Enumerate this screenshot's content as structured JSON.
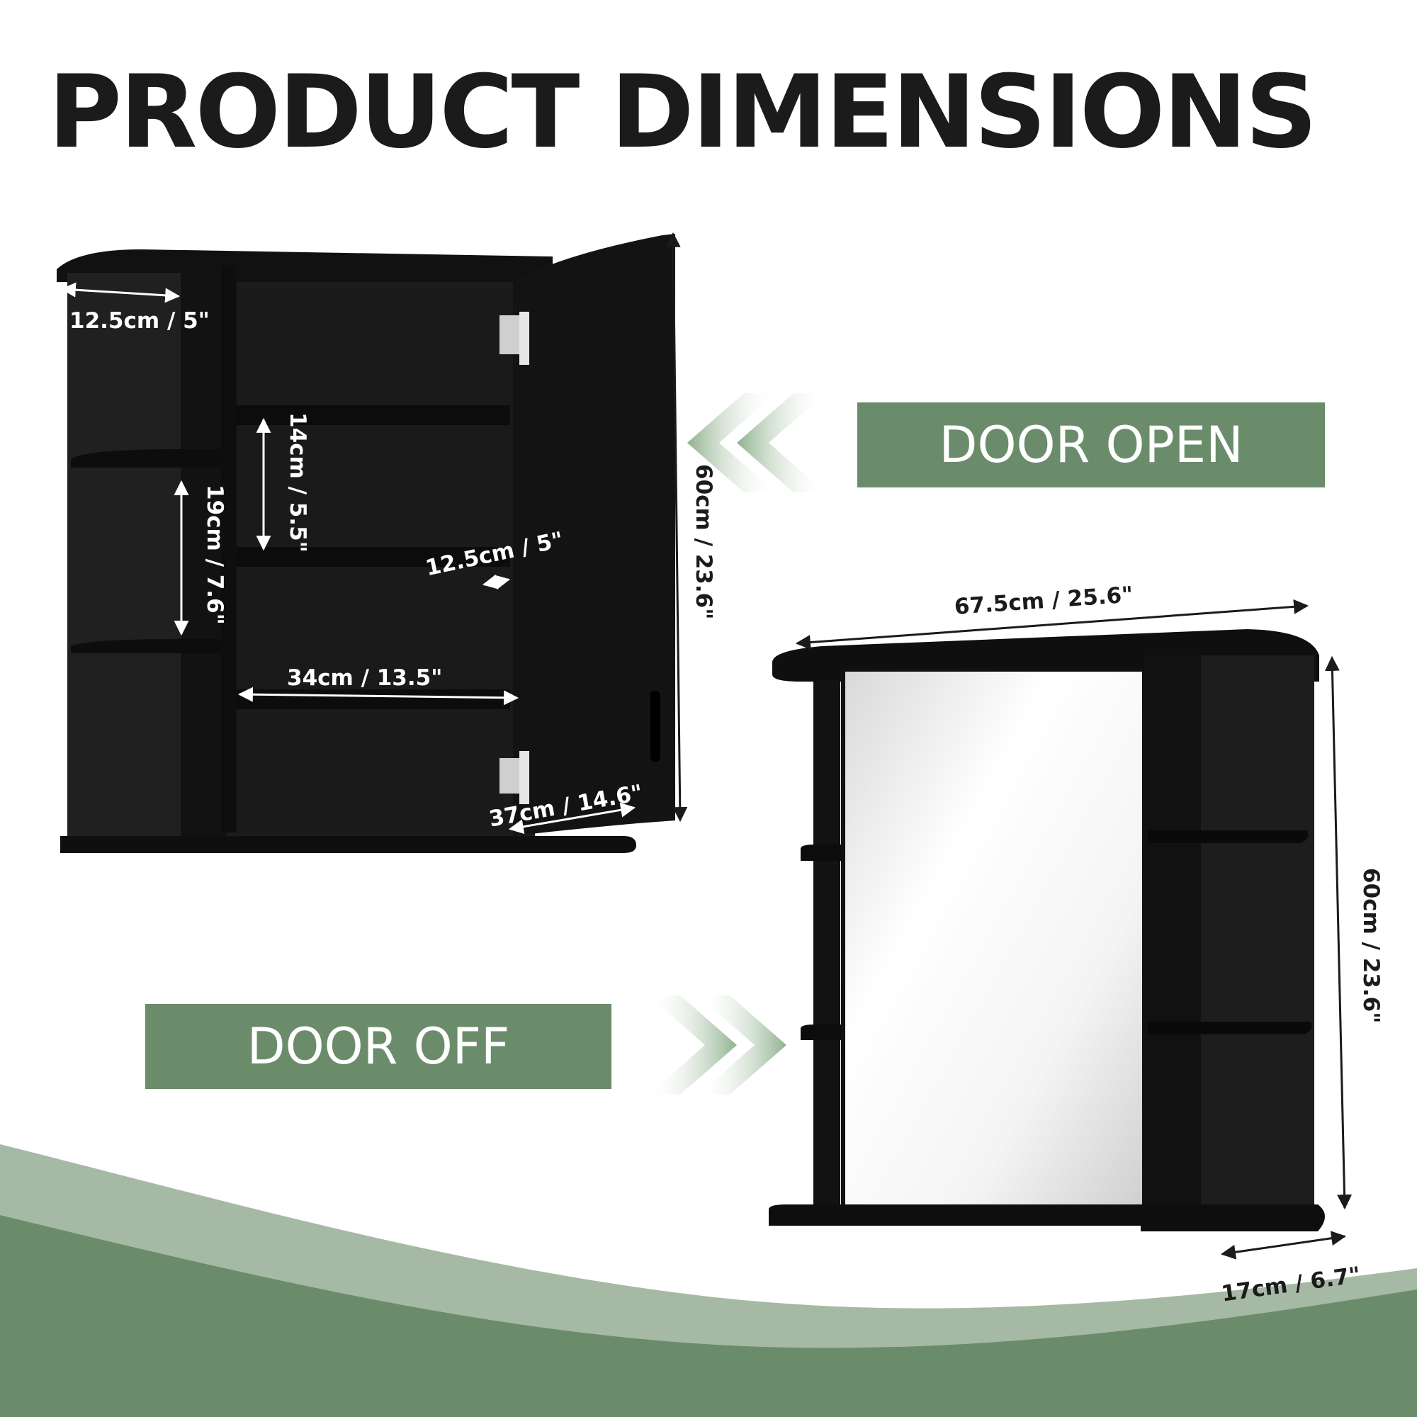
{
  "title": "PRODUCT DIMENSIONS",
  "banners": {
    "door_open": "DOOR OPEN",
    "door_off": "DOOR OFF"
  },
  "dimensions": {
    "open_side_shelf_width": "12.5cm / 5\"",
    "open_shelf_gap": "14cm / 5.5\"",
    "open_side_shelf_gap": "19cm / 7.6\"",
    "open_inner_depth": "12.5cm / 5\"",
    "open_inner_width": "34cm / 13.5\"",
    "open_door_width": "37cm / 14.6\"",
    "open_height": "60cm / 23.6\"",
    "off_width": "67.5cm / 25.6\"",
    "off_height": "60cm / 23.6\"",
    "off_depth": "17cm / 6.7\""
  },
  "colors": {
    "banner_green": "#6b8c6a",
    "cabinet_black": "#161616",
    "wave_light": "#a6b9a4",
    "wave_dark": "#6b8c6a"
  }
}
